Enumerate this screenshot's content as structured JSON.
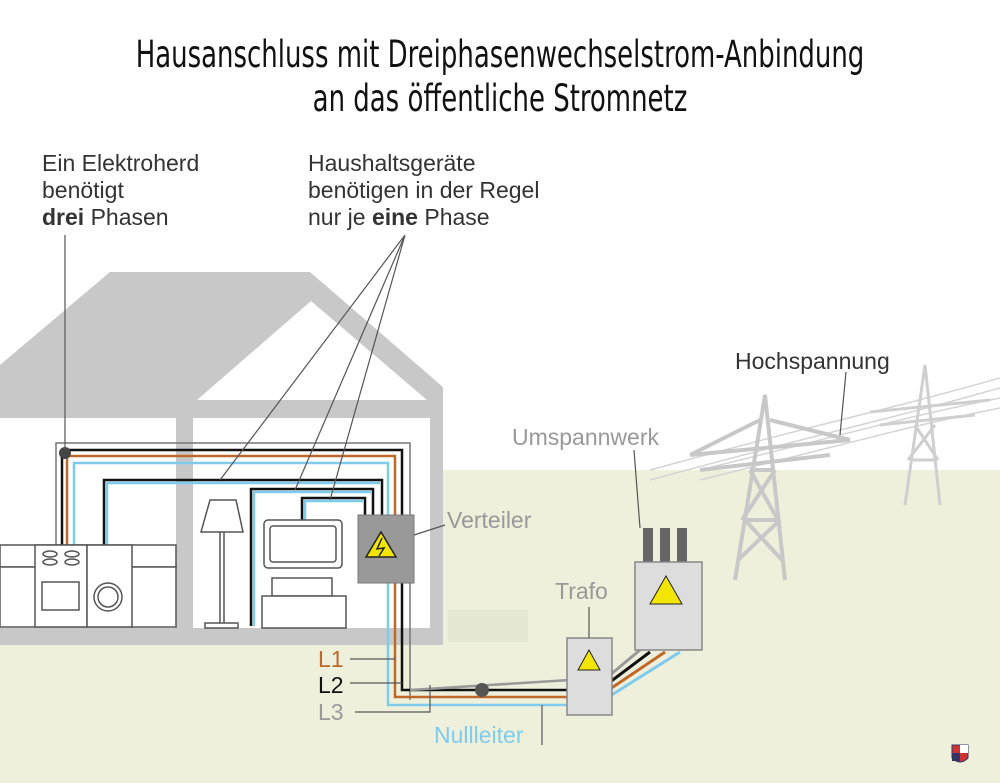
{
  "title": {
    "line1": "Hausanschluss mit Dreiphasenwechselstrom-Anbindung",
    "line2": "an das öffentliche Stromnetz"
  },
  "labels": {
    "elektroherd": {
      "line1": "Ein Elektroherd",
      "line2": "benötigt",
      "bold": "drei",
      "rest": " Phasen"
    },
    "haushaltsgeraete": {
      "line1": "Haushaltsgeräte",
      "line2": "benötigen in der Regel",
      "prefix": "nur je ",
      "bold": "eine",
      "rest": " Phase"
    },
    "hochspannung": "Hochspannung",
    "umspannwerk": "Umspannwerk",
    "verteiler": "Verteiler",
    "trafo": "Trafo",
    "l1": "L1",
    "l2": "L2",
    "l3": "L3",
    "nullleiter": "Nullleiter"
  },
  "colors": {
    "l1": "#c0682a",
    "l2": "#111111",
    "l3": "#8a8a8a",
    "nullleiter": "#7ecbee",
    "ground": "#eef0dc",
    "house": "#c8c8c8",
    "warning": "#f2e600"
  }
}
